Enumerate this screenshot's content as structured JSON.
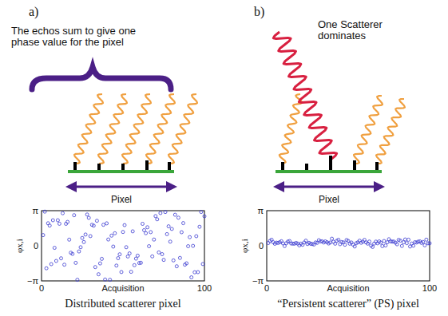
{
  "diagram": {
    "labels": [
      "a)",
      "b)",
      "The echos sum to give one phase value for the pixel",
      "Pixel",
      "π",
      "0",
      "−π",
      "0",
      "Acquisition",
      "100",
      "φx,i",
      "Distributed scatterer pixel",
      "One Scatterer dominates",
      "Pixel",
      "π",
      "0",
      "−π",
      "0",
      "Acquisition",
      "100",
      "φx,i",
      "“Persistent scatterer” (PS) pixel"
    ]
  }
}
